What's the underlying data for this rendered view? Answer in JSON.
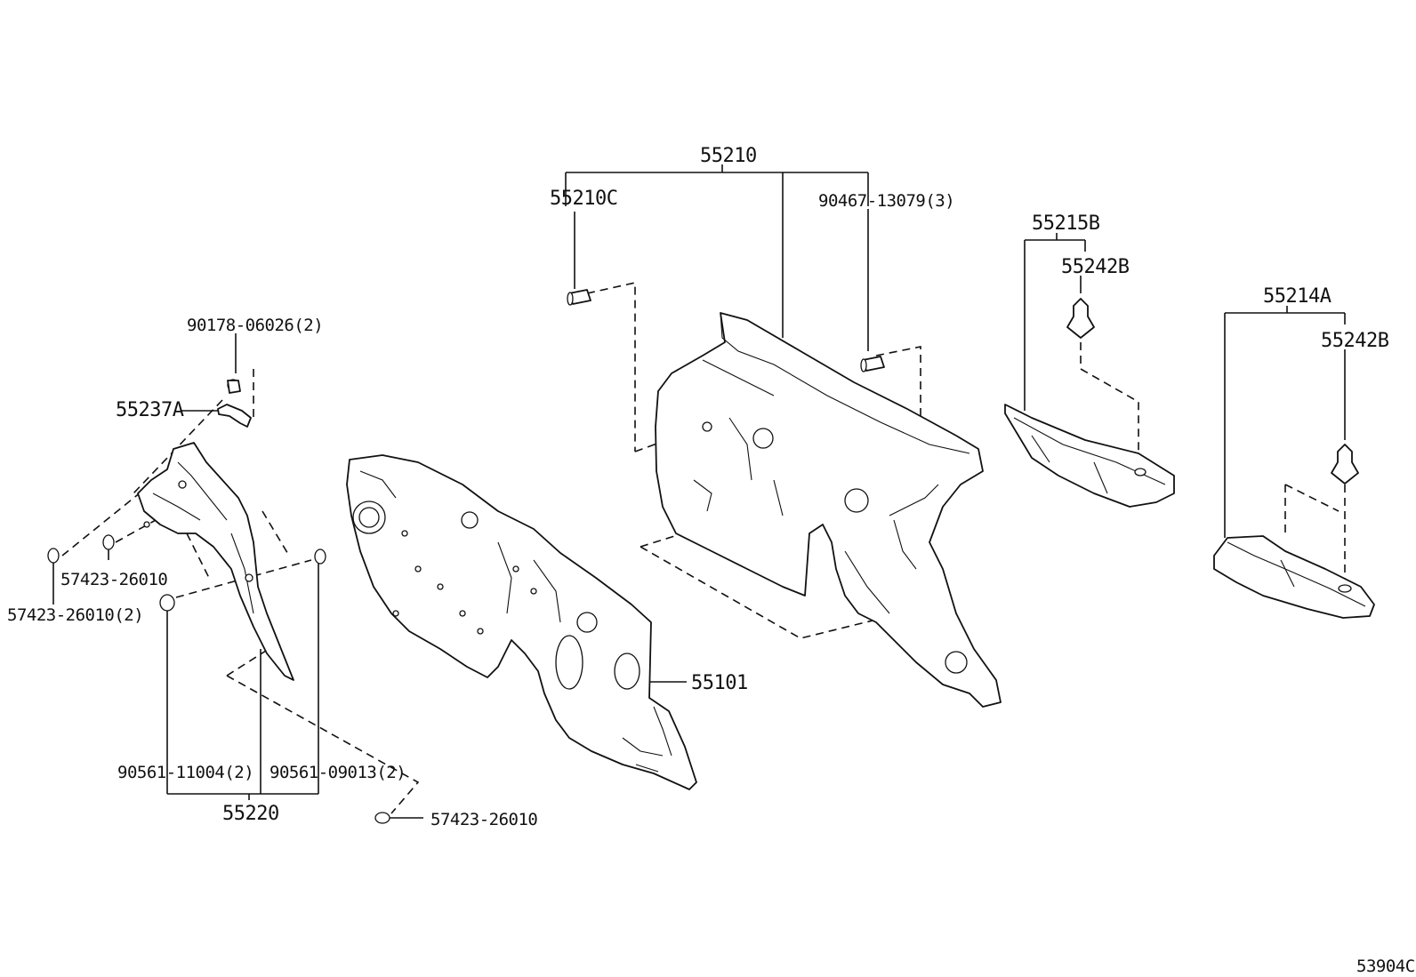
{
  "labels": {
    "p55210": "55210",
    "p55210c": "55210C",
    "p90467": "90467-13079(3)",
    "p55215b": "55215B",
    "p55242b_a": "55242B",
    "p55214a": "55214A",
    "p55242b_b": "55242B",
    "p90178": "90178-06026(2)",
    "p55237a": "55237A",
    "p57423_a": "57423-26010",
    "p57423_b": "57423-26010(2)",
    "p55101": "55101",
    "p90561_a": "90561-11004(2)",
    "p90561_b": "90561-09013(2)",
    "p55220": "55220",
    "p57423_c": "57423-26010",
    "ref": "53904C"
  }
}
